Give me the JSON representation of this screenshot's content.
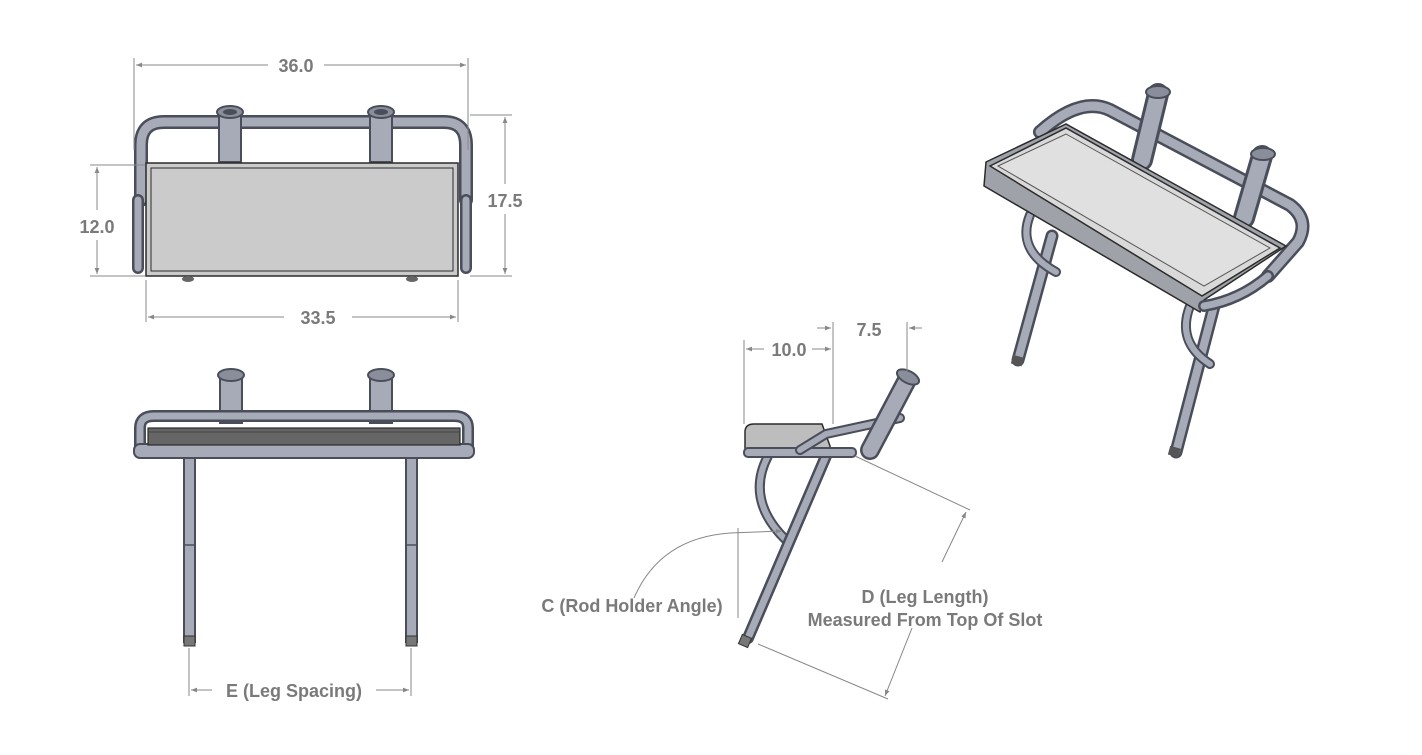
{
  "dimensions": {
    "front_width": "36.0",
    "front_panel_height": "12.0",
    "front_total_height": "17.5",
    "front_tray_width": "33.5",
    "side_tray_depth": "10.0",
    "side_rod_offset": "7.5"
  },
  "callouts": {
    "leg_spacing": "E (Leg Spacing)",
    "rod_holder_angle": "C (Rod Holder Angle)",
    "leg_length_line1": "D (Leg Length)",
    "leg_length_line2": "Measured From Top Of Slot"
  },
  "colors": {
    "tube_outline": "#4a4e5a",
    "tube_fill": "#a7abb8",
    "panel_fill": "#cbcbcb",
    "dimension_text": "#7a7a7a"
  }
}
